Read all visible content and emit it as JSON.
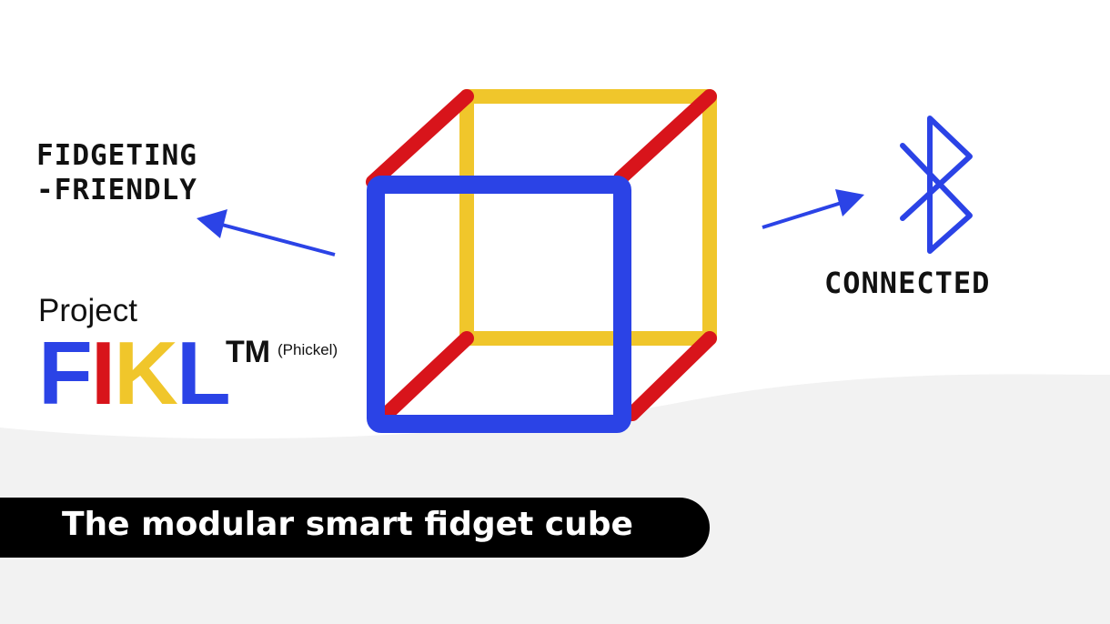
{
  "left_label": {
    "line1": "FIDGETING",
    "line2": "-FRIENDLY"
  },
  "project_label": "Project",
  "brand": {
    "letters": [
      {
        "char": "F",
        "color": "#2b43e6"
      },
      {
        "char": "I",
        "color": "#d8141b"
      },
      {
        "char": "K",
        "color": "#f0c62b"
      },
      {
        "char": "L",
        "color": "#2b43e6"
      }
    ],
    "tm": "TM",
    "tm_sub": "(Phickel)"
  },
  "right_label": "CONNECTED",
  "banner_text": "The modular smart fidget cube",
  "icons": {
    "arrow": "arrow-icon",
    "bluetooth": "bluetooth-icon",
    "cube": "cube-wireframe"
  },
  "colors": {
    "blue": "#2b43e6",
    "red": "#d8141b",
    "yellow": "#f0c62b",
    "ground": "#f2f2f2",
    "banner": "#000000"
  }
}
